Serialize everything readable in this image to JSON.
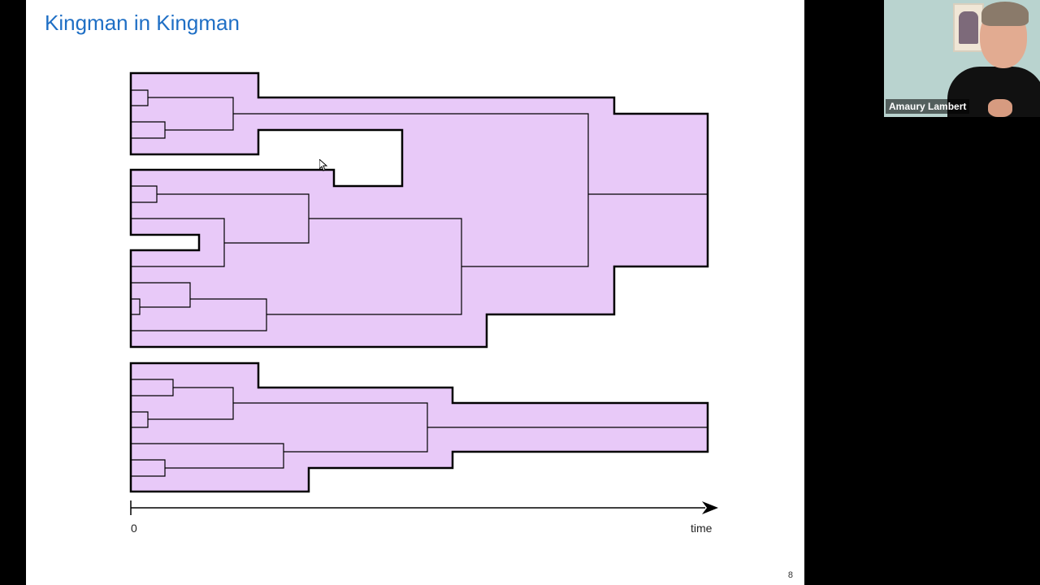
{
  "slide": {
    "title": "Kingman in Kingman",
    "page_number": "8",
    "axis": {
      "origin_label": "0",
      "end_label": "time"
    },
    "colors": {
      "title": "#1f6fc5",
      "fill": "#e8c9f8",
      "line": "#000000"
    }
  },
  "video": {
    "participant_name": "Amaury Lambert"
  }
}
